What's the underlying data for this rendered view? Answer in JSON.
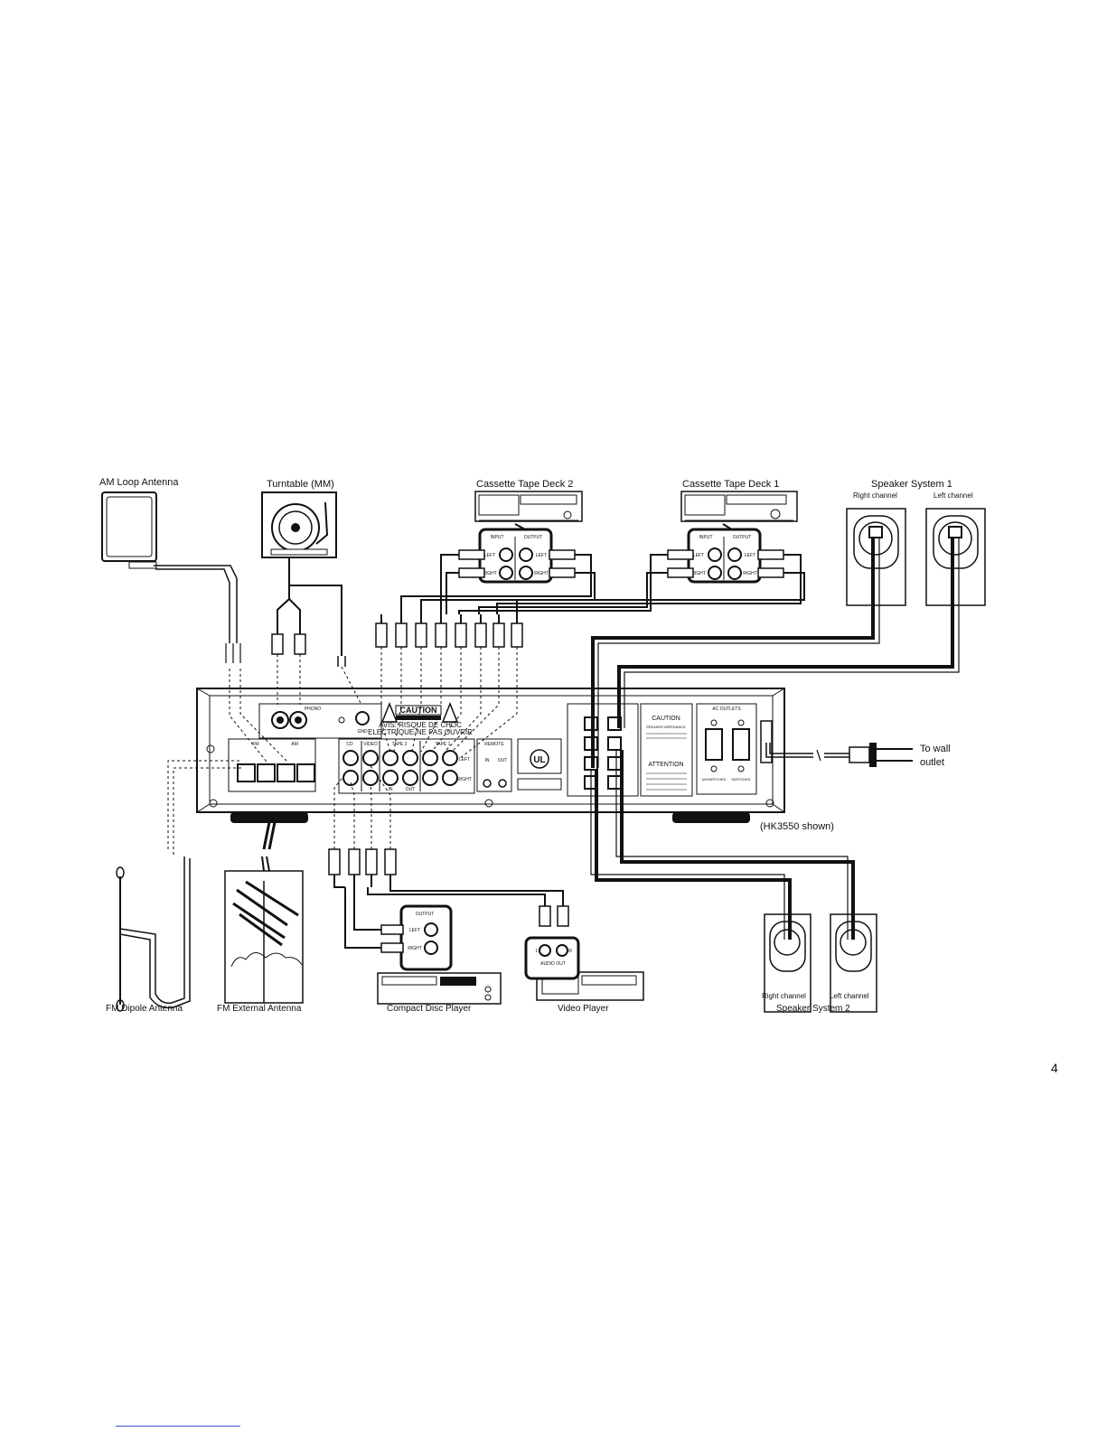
{
  "labels": {
    "am_loop_antenna": "AM Loop Antenna",
    "turntable": "Turntable (MM)",
    "cassette_deck_2": "Cassette Tape Deck 2",
    "cassette_deck_1": "Cassette Tape Deck 1",
    "speaker_system_1": "Speaker System 1",
    "right_channel": "Right channel",
    "left_channel": "Left channel",
    "to_wall": "To wall",
    "outlet": "outlet",
    "model_shown": "(HK3550 shown)",
    "fm_dipole_antenna": "FM Dipole Antenna",
    "fm_external_antenna": "FM External Antenna",
    "compact_disc_player": "Compact Disc Player",
    "video_player": "Video Player",
    "speaker_system_2": "Speaker System 2"
  },
  "receiver_panel": {
    "caution": "CAUTION",
    "attention": "ATTENTION",
    "caution_warning_line1": "AVIS: RISQUE DE CHOC",
    "caution_warning_line2": "ELECTRIQUE-NE PAS OUVRIR",
    "phono": "PHONO",
    "gnd": "GND",
    "fm": "FM",
    "am": "AM",
    "cd": "CD",
    "video": "VIDEO",
    "tape2": "TAPE 2",
    "tape1": "TAPE 1",
    "remote": "REMOTE",
    "in": "IN",
    "out": "OUT",
    "left": "LEFT",
    "right": "RIGHT",
    "ul": "UL",
    "speaker_impedance": "SPEAKER IMPEDANCE",
    "ac_outlets": "AC OUTLETS",
    "switched": "SWITCHED",
    "unswitched": "UNSWITCHED"
  },
  "deck_panel": {
    "input": "INPUT",
    "output": "OUTPUT",
    "left": "LEFT",
    "right": "RIGHT"
  },
  "cd_panel": {
    "output": "OUTPUT",
    "left": "LEFT",
    "right": "RIGHT"
  },
  "video_panel": {
    "audio_out": "AUDIO OUT",
    "l": "L",
    "r": "R"
  },
  "page_number": "4"
}
